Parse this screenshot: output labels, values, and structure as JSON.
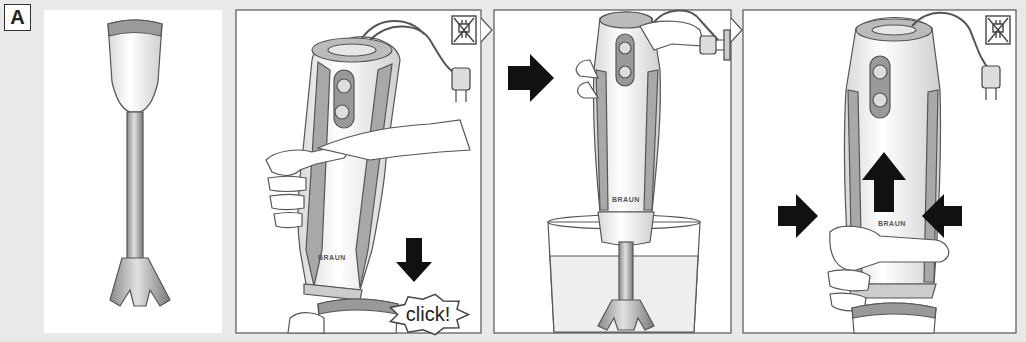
{
  "diagram": {
    "nodes": [
      {
        "text": [
          "A"
        ]
      },
      {
        "text": [
          "click!"
        ]
      }
    ],
    "labels": [
      "BRAUN",
      "BRAUN",
      "BRAUN"
    ]
  }
}
